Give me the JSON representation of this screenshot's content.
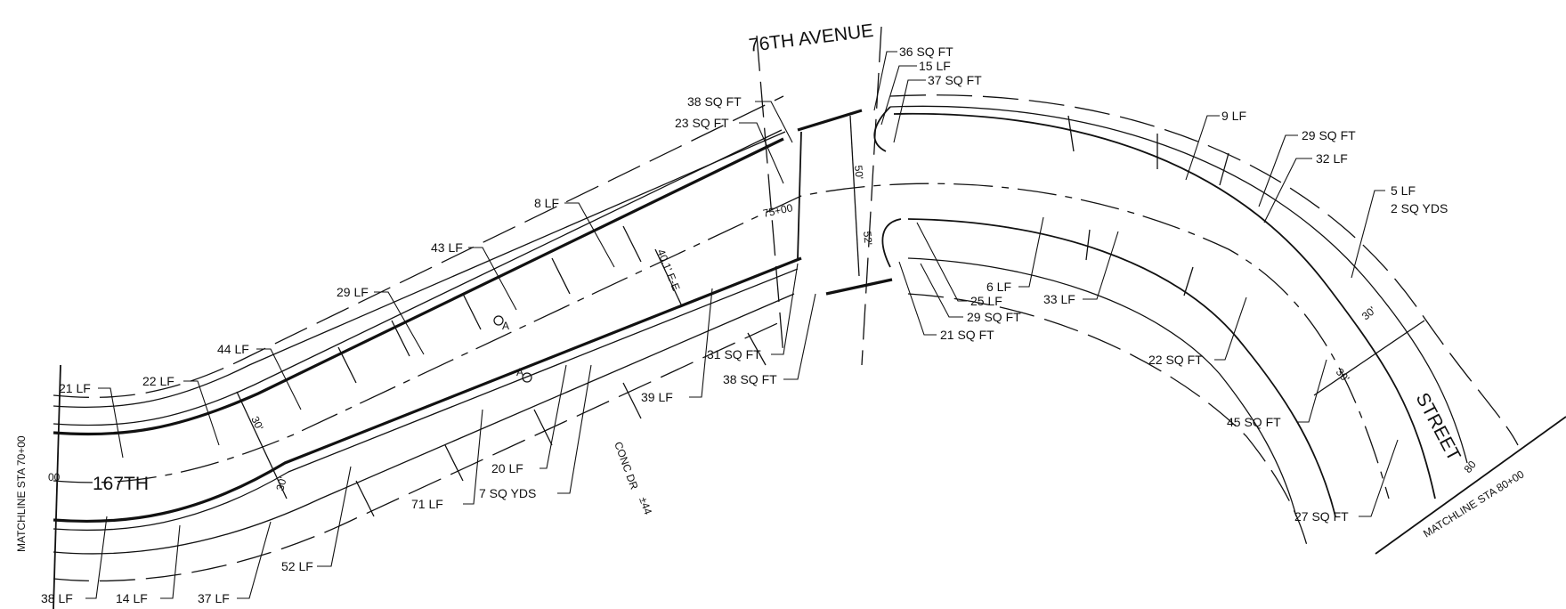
{
  "streets": {
    "avenue_name": "76TH AVENUE",
    "street_name_west": "167TH",
    "street_name_east": "STREET"
  },
  "matchlines": {
    "west": "MATCHLINE STA 70+00",
    "east": "MATCHLINE STA 80+00"
  },
  "stations": {
    "mid": "75+00",
    "west_tick": "00",
    "east_tick": "80"
  },
  "dimensions": {
    "avenue_north": "50'",
    "avenue_south": "52'",
    "street_width": "40.1' E-E",
    "west_north": "30'",
    "west_south": "30'",
    "east_outer": "30'",
    "east_inner": "30'"
  },
  "notes": {
    "conc_dr": "CONC DR",
    "conc_dr_qty": "±44"
  },
  "markers": {
    "a1": "A",
    "a2": "A"
  },
  "labels": {
    "l1": "36 SQ FT",
    "l2": "15 LF",
    "l3": "37 SQ FT",
    "l4": "38 SQ FT",
    "l5": "23 SQ FT",
    "l6": "9 LF",
    "l7": "29 SQ FT",
    "l8": "32 LF",
    "l9": "5 LF",
    "l10": "2 SQ YDS",
    "l11": "8 LF",
    "l12": "43 LF",
    "l13": "29 LF",
    "l14": "44 LF",
    "l15": "22 LF",
    "l16": "21 LF",
    "l17": "6 LF",
    "l18": "25 LF",
    "l19": "29 SQ FT",
    "l20": "21 SQ FT",
    "l21": "33 LF",
    "l22": "31 SQ FT",
    "l23": "38 SQ FT",
    "l24": "39 LF",
    "l25": "22 SQ FT",
    "l26": "45 SQ FT",
    "l27": "20 LF",
    "l28": "7 SQ YDS",
    "l29": "71 LF",
    "l30": "52 LF",
    "l31": "38 LF",
    "l32": "14 LF",
    "l33": "37 LF",
    "l34": "27 SQ FT"
  }
}
